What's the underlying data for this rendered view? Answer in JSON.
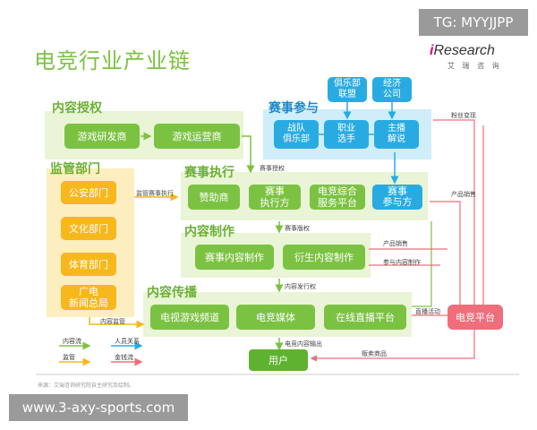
{
  "title": "电竞行业产业链",
  "tg": "TG: MYYJJPP",
  "logo": {
    "i": "i",
    "rest": "Research",
    "sub": "艾 瑞 咨 询"
  },
  "sections": {
    "content_rights": "内容授权",
    "regulation": "监管部门",
    "events": "赛事参与",
    "execution": "赛事执行",
    "production": "内容制作",
    "distribution": "内容传播"
  },
  "nodes": {
    "game_dev": "游戏研发商",
    "game_ops": "游戏运营商",
    "police": "公安部门",
    "culture": "文化部门",
    "sports": "体育部门",
    "radio": "广电\n新闻总局",
    "club_union": "俱乐部\n联盟",
    "broker": "经济\n公司",
    "team_club": "战队\n俱乐部",
    "pro_player": "职业\n选手",
    "host": "主播\n解说",
    "sponsor": "赞助商",
    "event_exec": "赛事\n执行方",
    "esports_platform": "电竞综合\n服务平台",
    "event_part": "赛事\n参与方",
    "event_content": "赛事内容制作",
    "derivative": "衍生内容制作",
    "tv_channel": "电视游戏频道",
    "esports_media": "电竞媒体",
    "live_platform": "在线直播平台",
    "esports_plat": "电竞平台",
    "user": "用户"
  },
  "edge_labels": {
    "event_auth": "赛事授权",
    "reg_exec": "监管赛事执行",
    "event_rights": "赛事版权",
    "content_dist": "内容发行权",
    "content_reg": "内容监管",
    "fan_conv": "粉丝变现",
    "product_sales": "产品销售",
    "product_sales2": "产品销售",
    "join_content": "参与内容制作",
    "live_act": "直播活动",
    "content_out": "电竞内容输出",
    "sell_goods": "贩卖商品"
  },
  "legend": {
    "content_flow": "内容流",
    "people": "人员关系",
    "regulation": "监管",
    "money": "金钱流"
  },
  "colors": {
    "content_flow": "#7cc242",
    "people": "#29abe2",
    "regulation": "#f6b81c",
    "money": "#f06e7b"
  },
  "source": "来源：艾瑞咨询研究院自主研究及绘制。",
  "watermark": "www.3-axy-sports.com"
}
